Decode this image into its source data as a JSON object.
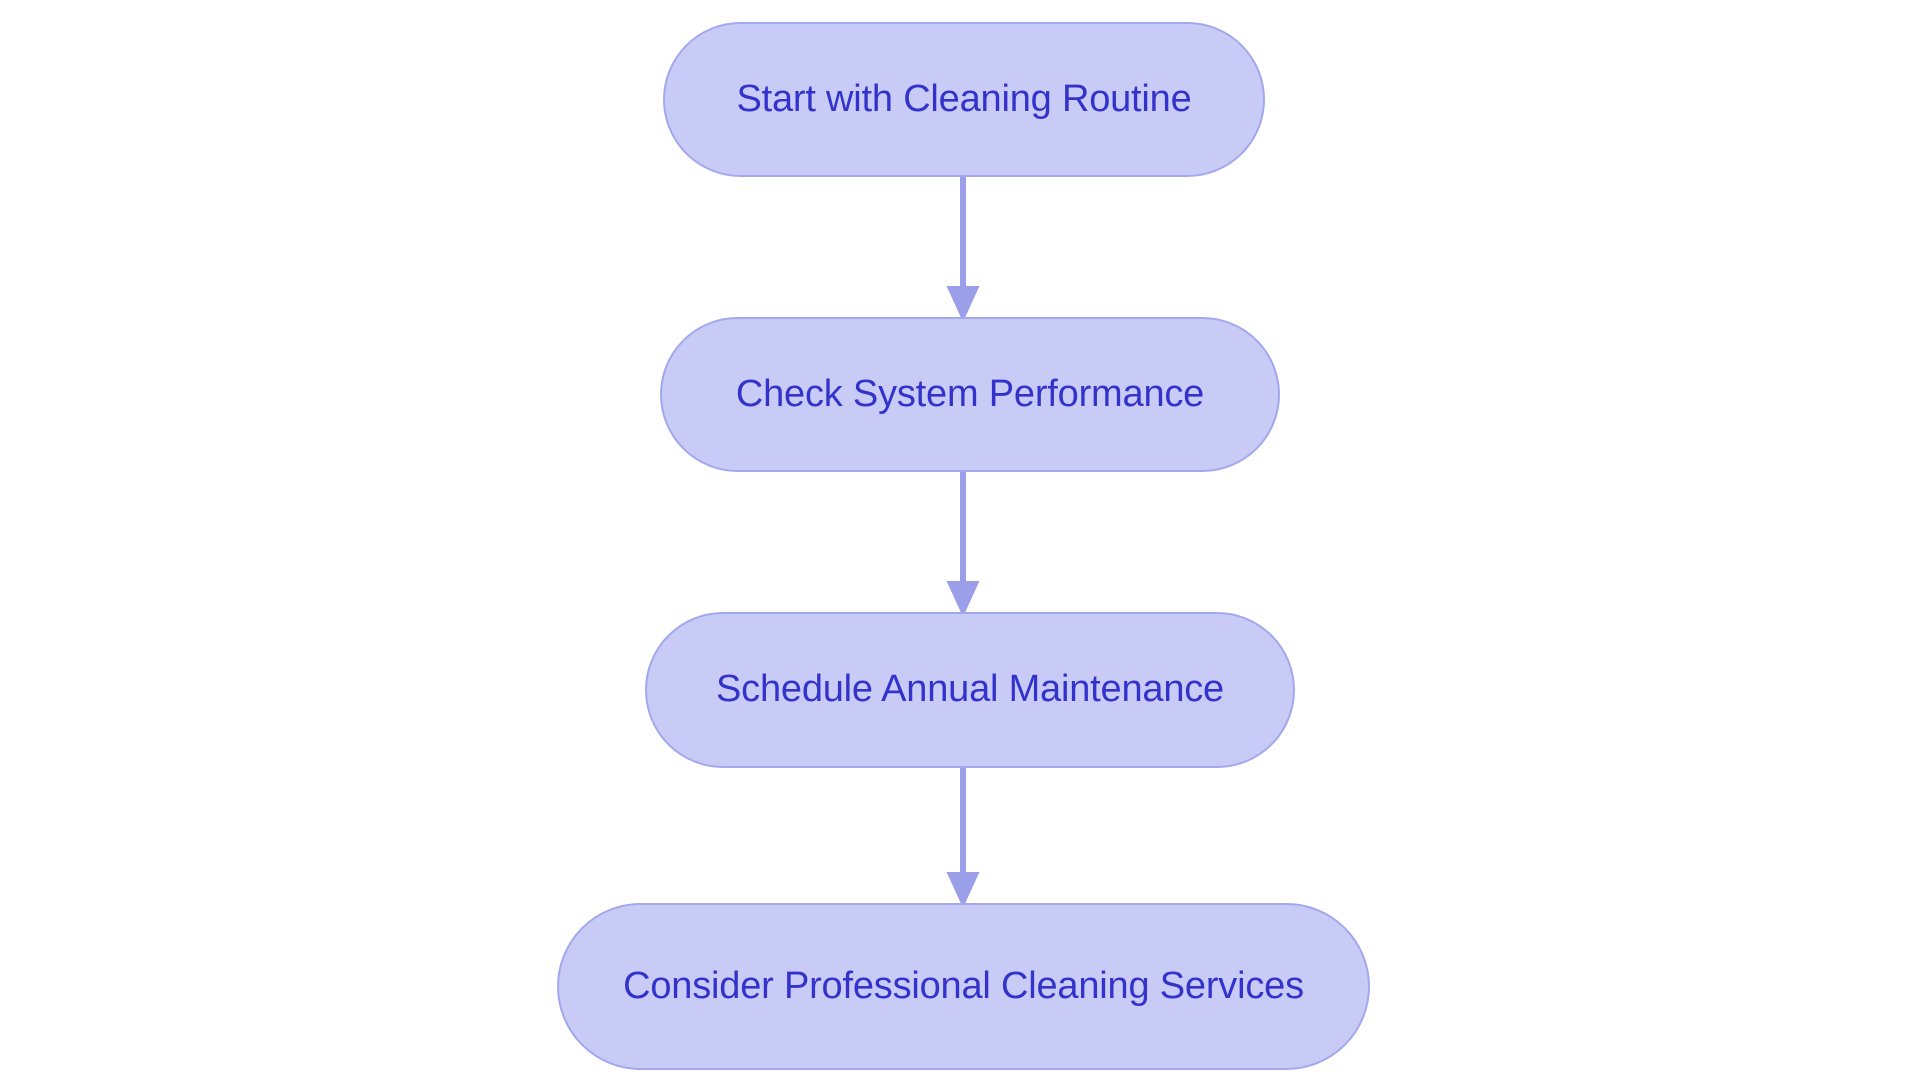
{
  "chart_data": {
    "type": "diagram",
    "diagram_type": "flowchart",
    "orientation": "top-to-bottom",
    "title": "",
    "background_color": "#ffffff",
    "node_fill_color": "#c9cbf7",
    "node_border_color": "#a3a8ec",
    "node_text_color": "#3333cc",
    "edge_color": "#9b9ee8",
    "node_shape": "stadium",
    "nodes": [
      {
        "id": "n1",
        "label": "Start with Cleaning Routine",
        "order": 1
      },
      {
        "id": "n2",
        "label": "Check System Performance",
        "order": 2
      },
      {
        "id": "n3",
        "label": "Schedule Annual Maintenance",
        "order": 3
      },
      {
        "id": "n4",
        "label": "Consider Professional Cleaning Services",
        "order": 4
      }
    ],
    "edges": [
      {
        "from": "n1",
        "to": "n2",
        "label": "",
        "arrow": "single"
      },
      {
        "from": "n2",
        "to": "n3",
        "label": "",
        "arrow": "single"
      },
      {
        "from": "n3",
        "to": "n4",
        "label": "",
        "arrow": "single"
      }
    ],
    "legend": [],
    "annotations": []
  },
  "flowchart": {
    "nodes": [
      {
        "label": "Start with Cleaning Routine"
      },
      {
        "label": "Check System Performance"
      },
      {
        "label": "Schedule Annual Maintenance"
      },
      {
        "label": "Consider Professional Cleaning Services"
      }
    ],
    "edges": [
      {
        "name": "arrow-node1-to-node2"
      },
      {
        "name": "arrow-node2-to-node3"
      },
      {
        "name": "arrow-node3-to-node4"
      }
    ]
  },
  "colors": {
    "node_fill": "#c9cbf7",
    "node_border": "#a3a8ec",
    "node_text": "#3333cc",
    "edge": "#9b9ee8",
    "background": "#ffffff"
  }
}
